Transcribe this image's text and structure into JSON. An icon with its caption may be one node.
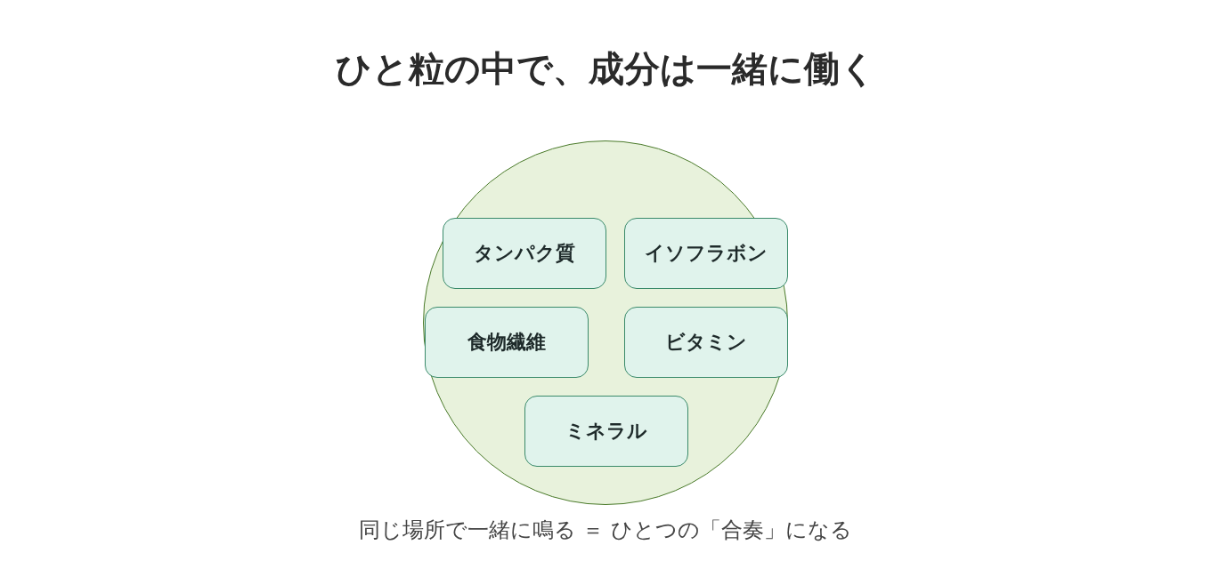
{
  "diagram": {
    "title": "ひと粒の中で、成分は一緒に働く",
    "caption": "同じ場所で一緒に鳴る ＝ ひとつの「合奏」になる",
    "nodes": [
      {
        "text": [],
        "shape": "circle"
      },
      {
        "text": [
          "タンパク質"
        ],
        "in": 0
      },
      {
        "text": [
          "イソフラボン"
        ],
        "in": 0
      },
      {
        "text": [
          "食物繊維"
        ],
        "in": 0
      },
      {
        "text": [
          "ビタミン"
        ],
        "in": 0
      },
      {
        "text": [
          "ミネラル"
        ],
        "in": 0
      }
    ]
  }
}
